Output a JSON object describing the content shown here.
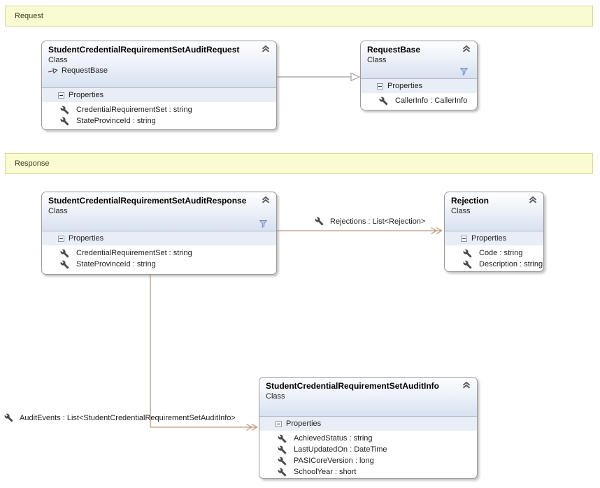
{
  "banners": [
    {
      "label": "Request"
    },
    {
      "label": "Response"
    }
  ],
  "boxes": [
    {
      "title": "StudentCredentialRequirementSetAuditRequest",
      "kind": "Class",
      "base_type": "RequestBase",
      "section_label": "Properties",
      "properties": [
        "CredentialRequirementSet : string",
        "StateProvinceId : string"
      ]
    },
    {
      "title": "RequestBase",
      "kind": "Class",
      "section_label": "Properties",
      "properties": [
        "CallerInfo : CallerInfo"
      ]
    },
    {
      "title": "StudentCredentialRequirementSetAuditResponse",
      "kind": "Class",
      "section_label": "Properties",
      "properties": [
        "CredentialRequirementSet : string",
        "StateProvinceId : string"
      ]
    },
    {
      "title": "Rejection",
      "kind": "Class",
      "section_label": "Properties",
      "properties": [
        "Code : string",
        "Description : string"
      ]
    },
    {
      "title": "StudentCredentialRequirementSetAuditInfo",
      "kind": "Class",
      "section_label": "Properties",
      "properties": [
        "AchievedStatus : string",
        "LastUpdatedOn : DateTime",
        "PASICoreVersion : long",
        "SchoolYear : short"
      ]
    }
  ],
  "associations": [
    {
      "label": "Rejections : List<Rejection>"
    },
    {
      "label": "AuditEvents : List<StudentCredentialRequirementSetAuditInfo>"
    }
  ],
  "icons": {
    "collapse": "double-chevron-up",
    "section_toggle": "minus-box",
    "member": "wrench",
    "filter": "funnel",
    "inheritance": "hollow-arrow-right"
  },
  "colors": {
    "association_line": "#C19A7D",
    "inheritance_line": "#9C9C9C",
    "banner_fill": "#FBFBD1",
    "banner_border": "#D9D99B",
    "header_gradient_bottom": "#D8E1F1",
    "compartment_fill": "#E8EDF6"
  }
}
